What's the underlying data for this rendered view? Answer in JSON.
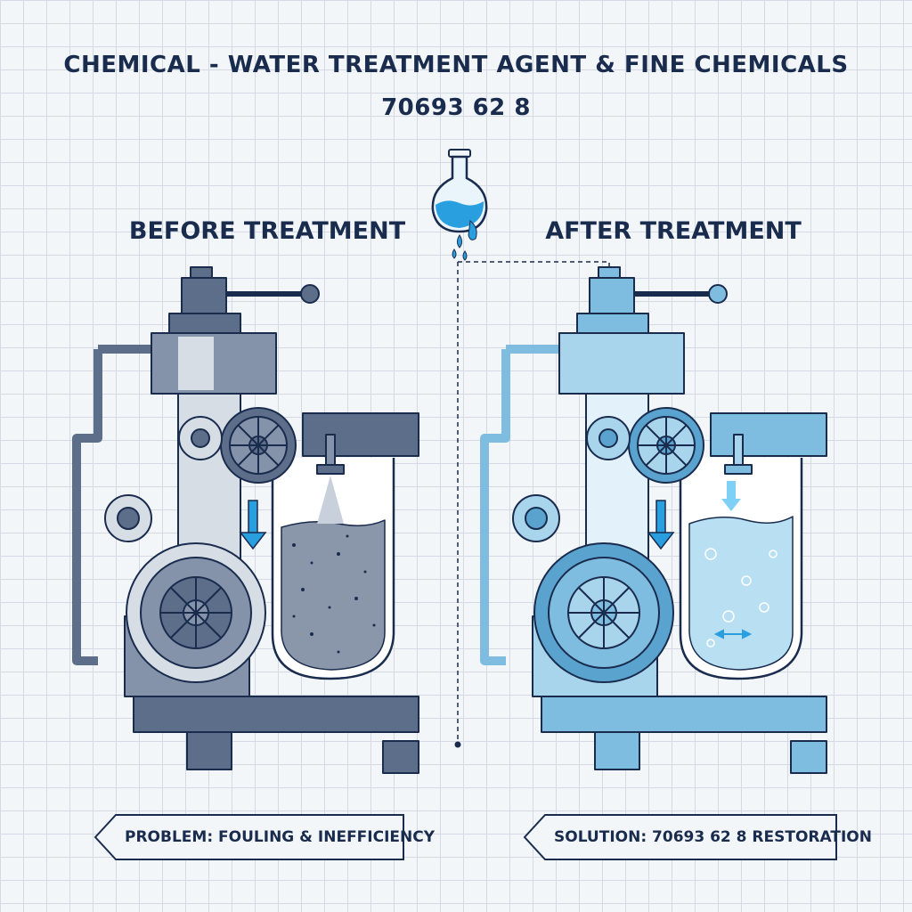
{
  "header": {
    "title": "CHEMICAL - WATER TREATMENT AGENT & FINE CHEMICALS",
    "code": "70693 62 8"
  },
  "panels": {
    "before": {
      "title": "BEFORE TREATMENT",
      "tag": "PROBLEM: FOULING & INEFFICIENCY"
    },
    "after": {
      "title": "AFTER TREATMENT",
      "tag": "SOLUTION: 70693 62 8 RESTORATION"
    }
  },
  "colors": {
    "ink": "#1a2c4e",
    "before_metal": "#5d6e8a",
    "before_metal_light": "#8593aa",
    "before_fouling": "#d7dde5",
    "after_metal": "#7fbde0",
    "after_metal_dark": "#5aa3cf",
    "after_water": "#b9dff3",
    "accent_blue": "#2a9fe0",
    "grid": "#d3dae4"
  },
  "icons": {
    "flask": "flask-icon",
    "flow_arrow": "down-arrow-icon",
    "double_arrow": "double-arrow-icon"
  }
}
